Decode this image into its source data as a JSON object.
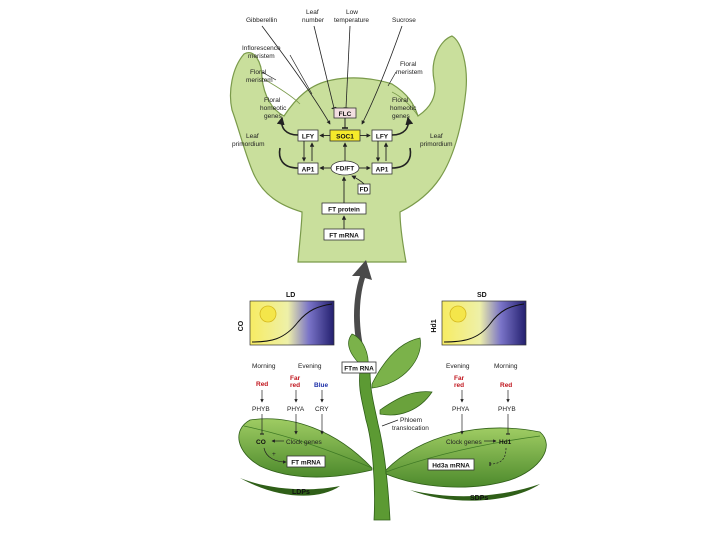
{
  "apex": {
    "labels": {
      "gibberellin": "Gibberellin",
      "leaf_number_1": "Leaf",
      "leaf_number_2": "number",
      "low_temp_1": "Low",
      "low_temp_2": "temperature",
      "sucrose": "Sucrose",
      "inflorescence_1": "Inflorescence",
      "inflorescence_2": "meristem",
      "floral_meristem_l_1": "Floral",
      "floral_meristem_l_2": "meristem",
      "floral_meristem_r_1": "Floral",
      "floral_meristem_r_2": "meristem",
      "floral_homeotic_l_1": "Floral",
      "floral_homeotic_l_2": "homeotic",
      "floral_homeotic_l_3": "genes",
      "floral_homeotic_r_1": "Floral",
      "floral_homeotic_r_2": "homeotic",
      "floral_homeotic_r_3": "genes",
      "leaf_primordium_l_1": "Leaf",
      "leaf_primordium_l_2": "primordium",
      "leaf_primordium_r_1": "Leaf",
      "leaf_primordium_r_2": "primordium"
    },
    "boxes": {
      "flc": "FLC",
      "soc1": "SOC1",
      "lfy_left": "LFY",
      "lfy_right": "LFY",
      "ap1_left": "AP1",
      "ap1_right": "AP1",
      "fd_ft": "FD/FT",
      "fd": "FD",
      "ft_protein": "FT protein",
      "ft_mrna": "FT mRNA"
    }
  },
  "ld_panel": {
    "title": "LD",
    "axis_label": "CO"
  },
  "sd_panel": {
    "title": "SD",
    "axis_label": "Hd1"
  },
  "plant": {
    "stem_box": "FTm RNA",
    "phloem_1": "Phloem",
    "phloem_2": "translocation"
  },
  "ldp": {
    "morning": "Morning",
    "evening": "Evening",
    "red": "Red",
    "far_red_1": "Far",
    "far_red_2": "red",
    "blue": "Blue",
    "phyb": "PHYB",
    "phya": "PHYA",
    "cry": "CRY",
    "co": "CO",
    "clock_genes": "Clock genes",
    "plus": "+",
    "ft_mrna": "FT mRNA",
    "caption": "LDPs"
  },
  "sdp": {
    "evening": "Evening",
    "morning": "Morning",
    "far_red_1": "Far",
    "far_red_2": "red",
    "red": "Red",
    "phya": "PHYA",
    "phyb": "PHYB",
    "clock_genes": "Clock genes",
    "hd1": "Hd1",
    "hd3a_mrna": "Hd3a mRNA",
    "caption": "SDPs"
  },
  "colors": {
    "apex_fill": "#c9df9c",
    "apex_stroke": "#7a9a4a",
    "soc1_fill": "#f5ea2a",
    "leaf_fill": "#7bb24a",
    "leaf_dark": "#3f7a25",
    "sun": "#f4e64a",
    "night": "#24216e",
    "accent_red": "#c0141c",
    "accent_blue": "#1c2fa8"
  }
}
